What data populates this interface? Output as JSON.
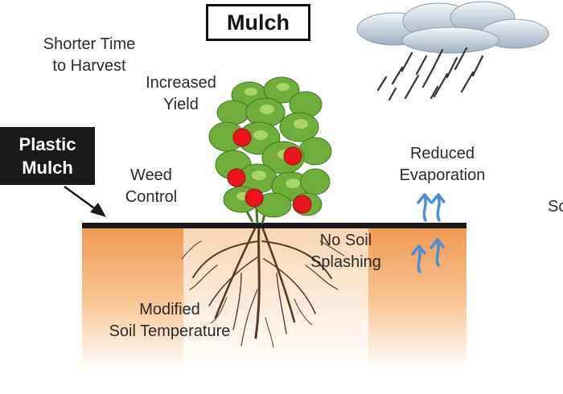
{
  "title": "Mulch",
  "tag_lines": [
    "Plastic",
    "Mulch"
  ],
  "labels": {
    "harvest": [
      "Shorter Time",
      "to Harvest"
    ],
    "yield": [
      "Increased",
      "Yield"
    ],
    "weed": [
      "Weed",
      "Control"
    ],
    "evaporation": [
      "Reduced",
      "Evaporation"
    ],
    "splashing": [
      "No Soil",
      "Splashing"
    ],
    "temperature": [
      "Modified",
      "Soil Temperature"
    ],
    "cut_off": "Sc"
  },
  "colors": {
    "soil_top": "#f0a35c",
    "soil_bottom": "#ffffff",
    "mulch_film": "#1a1a1a",
    "leaf": "#6fae3a",
    "leaf_dark": "#3d7a22",
    "fruit": "#e8151b",
    "root": "#5a3a24",
    "arrow": "#4a90d9",
    "cloud": "#c8d3de",
    "rain": "#333333"
  },
  "icons": [
    "rain-cloud-icon",
    "plant-icon",
    "root-system-icon",
    "upward-arrow-icon",
    "pointer-arrow-icon"
  ]
}
